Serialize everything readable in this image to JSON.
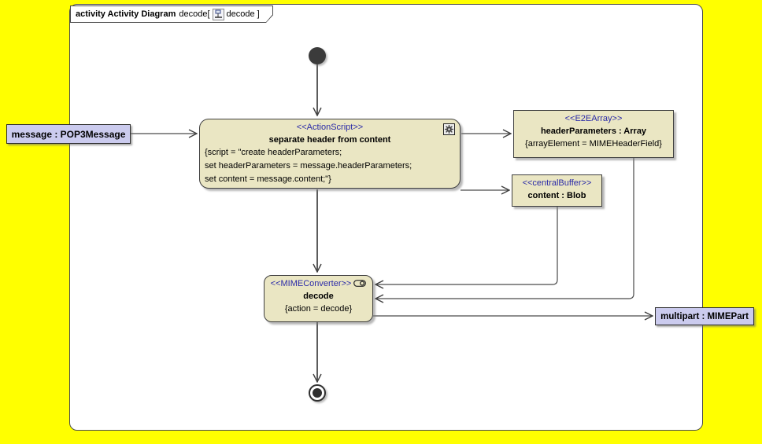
{
  "frame": {
    "title_bold": "activity Activity Diagram",
    "title_mid": "decode[",
    "title_suffix": "decode ]"
  },
  "nodes": {
    "action_script": {
      "stereotype": "<<ActionScript>>",
      "name": "separate header from content",
      "body_lines": [
        "{script = \"create headerParameters;",
        "set headerParameters = message.headerParameters;",
        "set content = message.content;\"}"
      ]
    },
    "header_parameters": {
      "stereotype": "<<E2EArray>>",
      "name": "headerParameters : Array",
      "constraint": "{arrayElement = MIMEHeaderField}"
    },
    "central_buffer": {
      "stereotype": "<<centralBuffer>>",
      "name": "content : Blob"
    },
    "decode": {
      "stereotype": "<<MIMEConverter>>",
      "name": "decode",
      "constraint": "{action = decode}"
    }
  },
  "parameters": {
    "message": "message : POP3Message",
    "multipart": "multipart : MIMEPart"
  },
  "colors": {
    "canvas_background": "#FFFF00",
    "frame_background": "#FFFFFF",
    "node_fill": "#EAE6C3",
    "node_border": "#3F3F3F",
    "stereotype_text": "#2B2BA8",
    "parameter_fill": "#CBCBEE",
    "edge": "#4A4A4A"
  }
}
